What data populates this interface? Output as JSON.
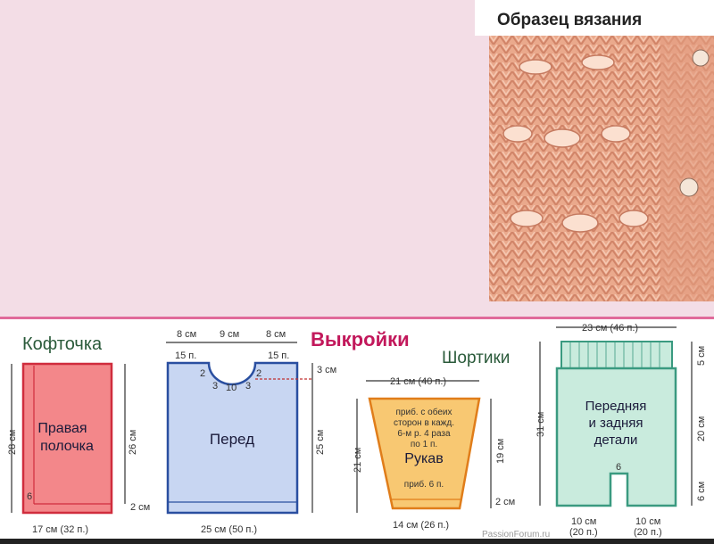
{
  "sample": {
    "title": "Образец вязания"
  },
  "heading": "Выкройки",
  "jacket": {
    "title": "Кофточка",
    "right_front": {
      "label_line1": "Правая",
      "label_line2": "полочка",
      "height_total": "28 см",
      "height_body": "26 см",
      "band": "2 см",
      "width": "17 см (32 п.)",
      "corner_number": "6"
    },
    "front": {
      "label": "Перед",
      "top_left": "8 см",
      "top_mid": "9 см",
      "top_right": "8 см",
      "shoulder_left": "15 п.",
      "shoulder_right": "15 п.",
      "neck_2a": "2",
      "neck_3a": "3",
      "neck_10": "10",
      "neck_3b": "3",
      "neck_2b": "2",
      "neck_depth": "3 см",
      "height": "25 см",
      "width": "25 см (50 п.)"
    }
  },
  "shorts": {
    "title": "Шортики",
    "sleeve": {
      "label": "Рукав",
      "note_line1": "приб. с обеих",
      "note_line2": "сторон в кажд.",
      "note_line3": "6-м р. 4 раза",
      "note_line4": "по 1 п.",
      "note_bottom": "приб. 6 п.",
      "top_width": "21 см (40 п.)",
      "height_total": "21 см",
      "height_body": "19 см",
      "band": "2 см",
      "bottom_width": "14 см (26 п.)"
    },
    "body": {
      "label_line1": "Передняя",
      "label_line2": "и задняя",
      "label_line3": "детали",
      "top_width": "23 см (46 п.)",
      "height_total": "31 см",
      "waistband": "5 см",
      "mid": "20 см",
      "leg": "6 см",
      "slit": "6",
      "leg_left": "10 см",
      "leg_left_sts": "(20 п.)",
      "leg_right": "10 см",
      "leg_right_sts": "(20 п.)"
    }
  },
  "watermark": "PassionForum.ru",
  "colors": {
    "pink_bg": "#f3dde6",
    "heading": "#c2185b",
    "red_piece": "#f3878a",
    "blue_piece": "#c8d6f2",
    "orange_piece": "#f8c872",
    "green_piece": "#c9ebdd",
    "yarn": "#eaa98c"
  }
}
